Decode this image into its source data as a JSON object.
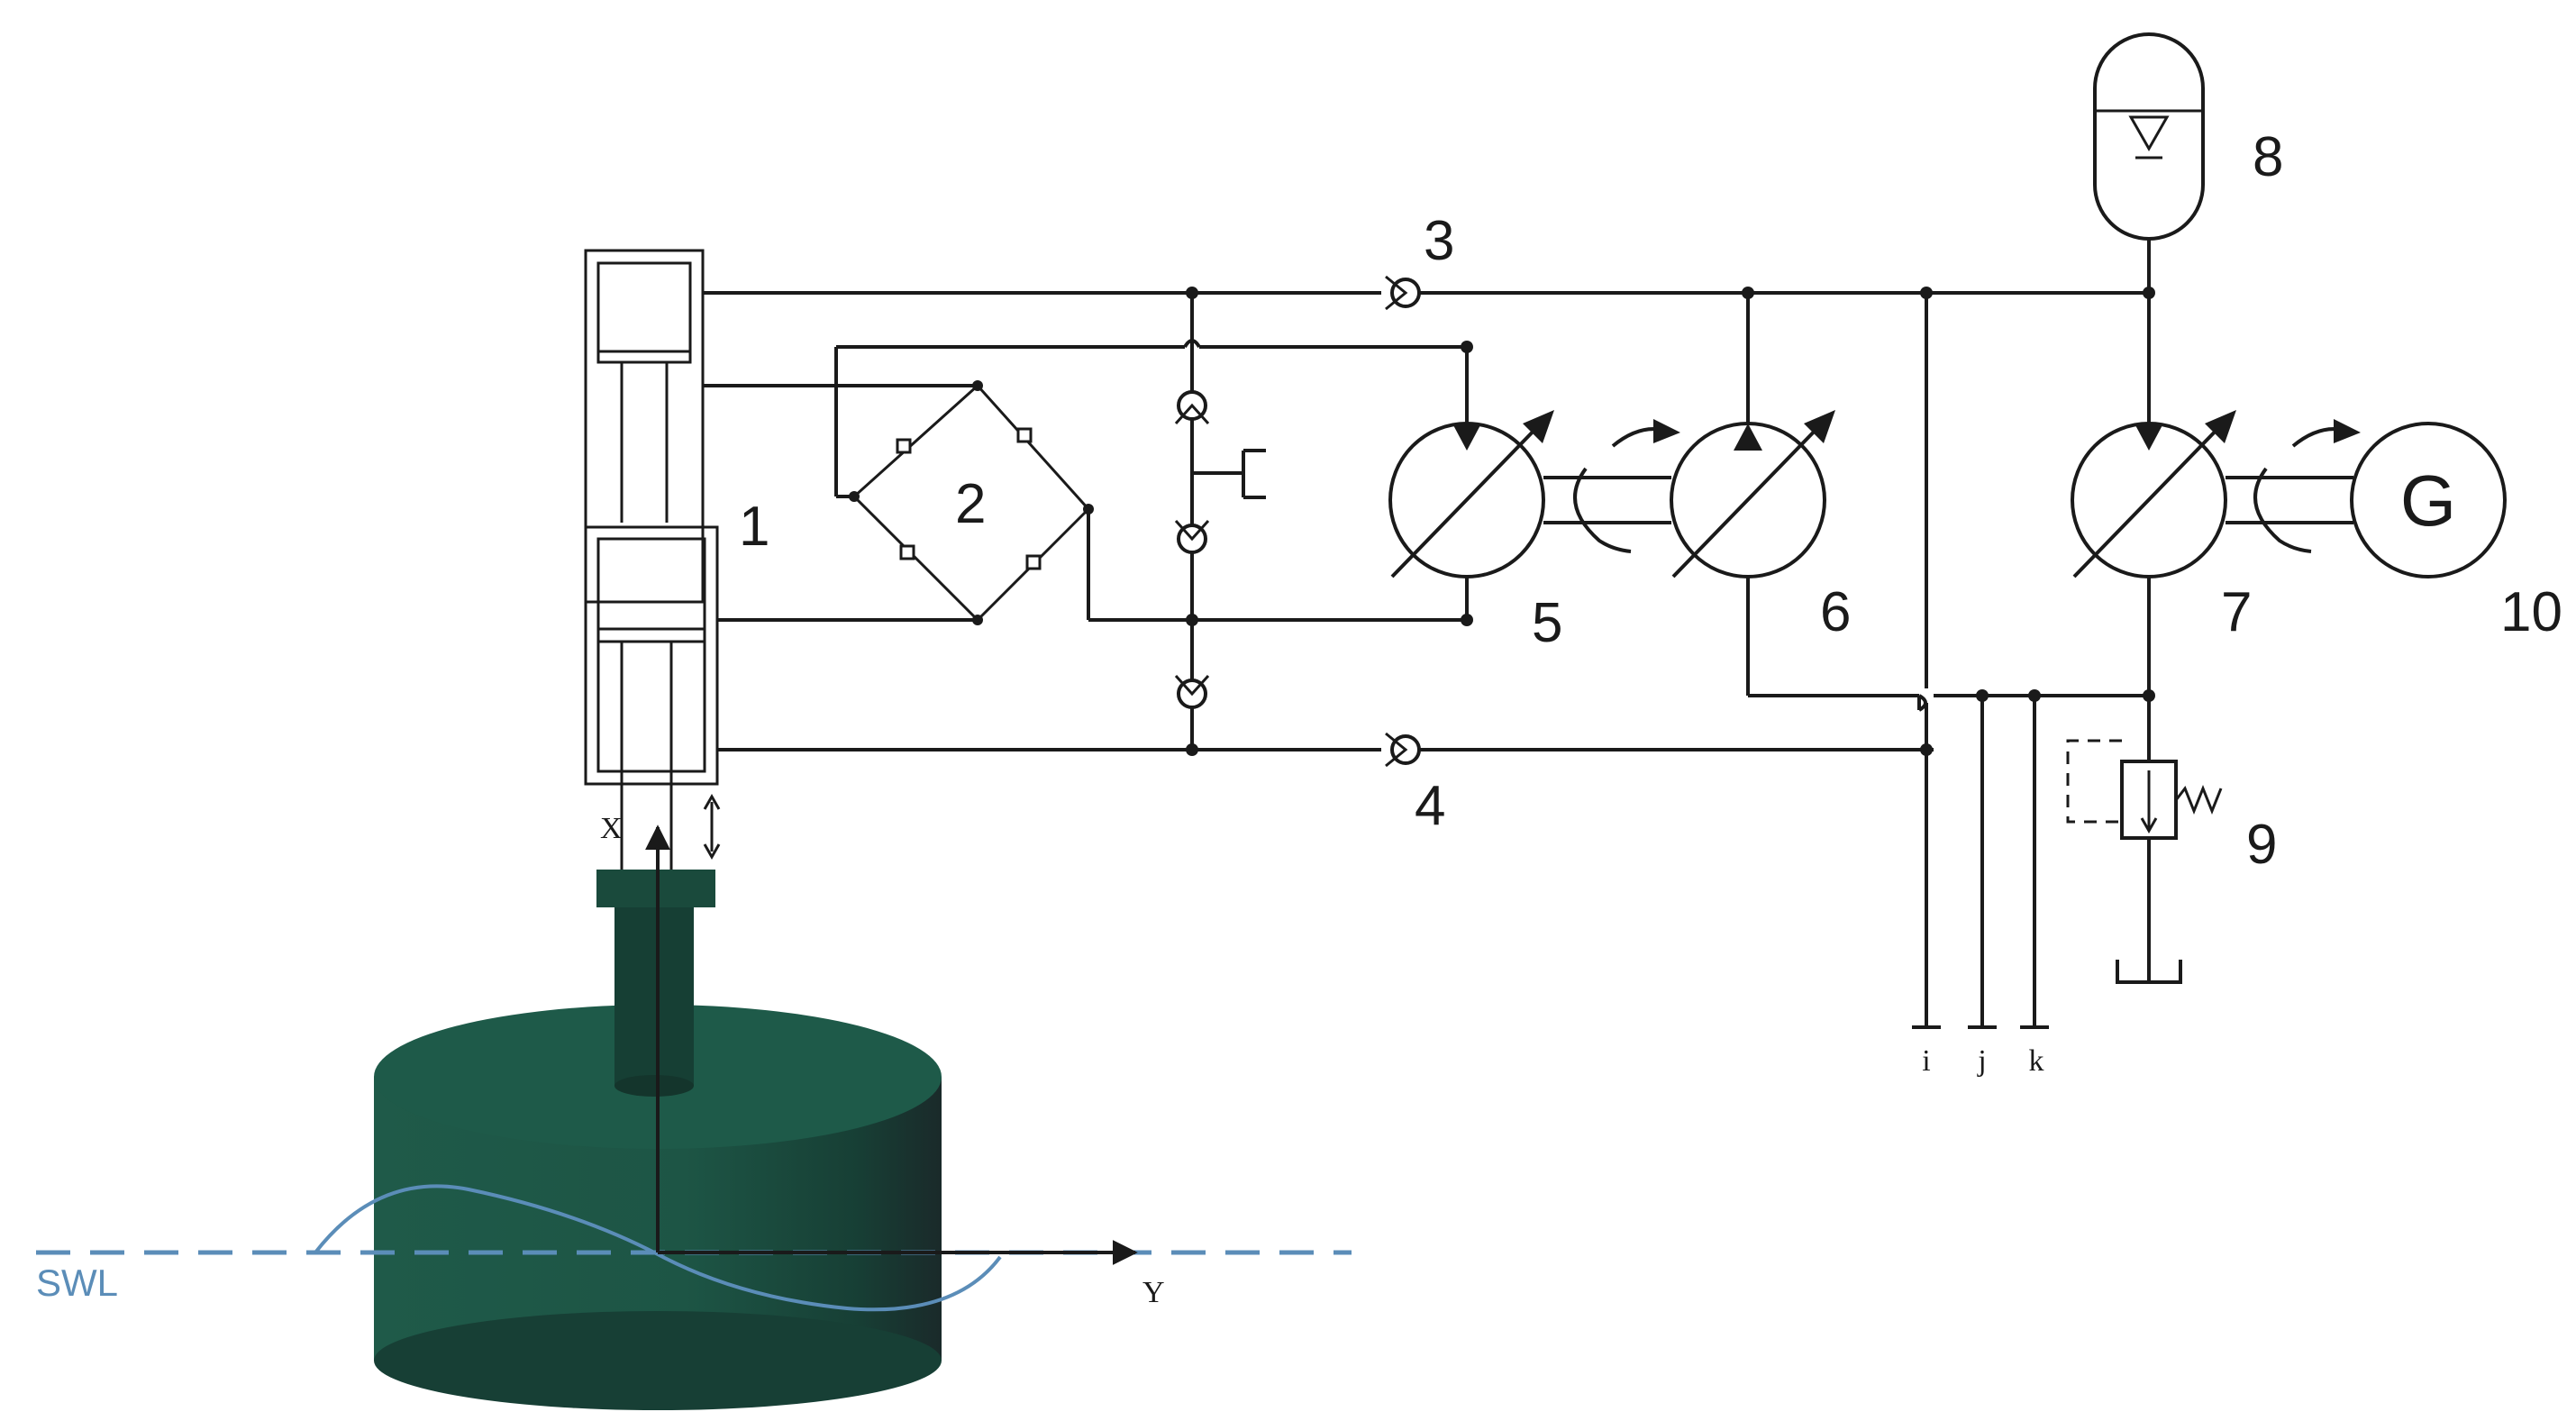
{
  "labels": {
    "cylinder": "1",
    "rectifier_bridge": "2",
    "check_valve_top": "3",
    "check_valve_bottom": "4",
    "motor_5": "5",
    "pump_6": "6",
    "motor_7": "7",
    "accumulator": "8",
    "relief_valve": "9",
    "generator": "10",
    "generator_symbol": "G",
    "port_i": "i",
    "port_j": "j",
    "port_k": "k",
    "axis_x": "X",
    "axis_y": "Y",
    "swl": "SWL"
  },
  "colors": {
    "line": "#1a1a1a",
    "buoy": "#1e5747",
    "buoy_dark": "#163f34",
    "water": "#5b8db8"
  }
}
